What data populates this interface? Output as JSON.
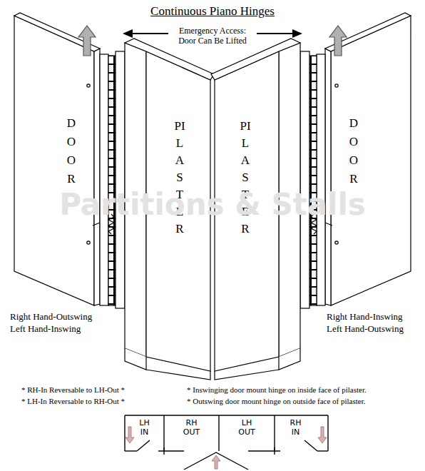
{
  "diagram": {
    "title": "Continuous Piano Hinges",
    "nodes": [
      {
        "text": [
          "DOOR"
        ]
      },
      {
        "text": [
          "PILASTER"
        ]
      },
      {
        "text": [
          "PILASTER"
        ]
      },
      {
        "text": [
          "DOOR"
        ]
      },
      {
        "text": [
          "LH IN"
        ]
      },
      {
        "text": [
          "RH OUT"
        ]
      },
      {
        "text": [
          "LH OUT"
        ]
      },
      {
        "text": [
          "RH IN"
        ]
      }
    ],
    "labels": [
      "Emergency Access: Door Can Be Lifted",
      "Right Hand-Outswing",
      "Left Hand-Inswing",
      "Right Hand-Inswing",
      "Left Hand-Outswing",
      "* RH-In Reversable to LH-Out *",
      "* LH-In Reversable to RH-Out *",
      "* Inswinging door mount hinge on inside face of pilaster.",
      "* Outswing door mount hinge on outside face of pilaster.",
      "Partitions & Stalls"
    ]
  }
}
